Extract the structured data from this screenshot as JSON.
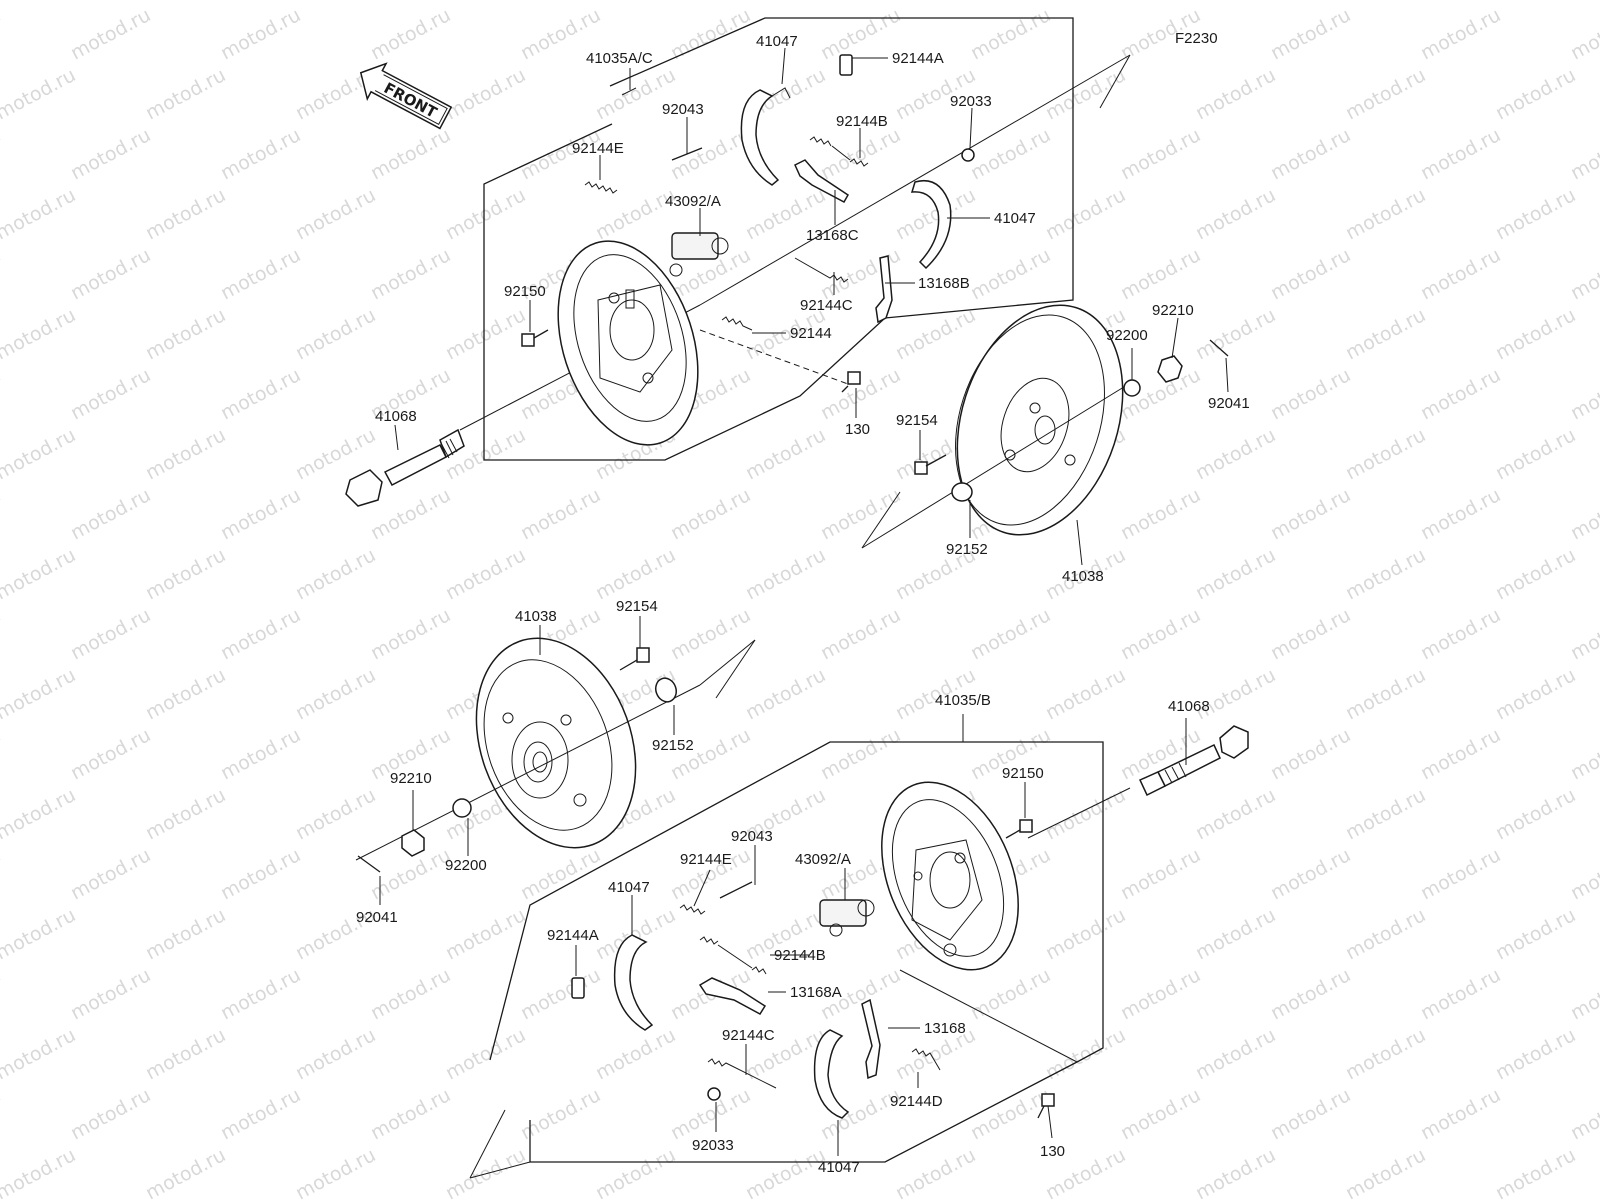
{
  "figure_code": "F2230",
  "watermark": "motod.ru",
  "front_arrow": "FRONT",
  "upper_assembly": {
    "group_label": "41035A/C",
    "labels": {
      "shoe_top": "41047",
      "shoe_right": "41047",
      "clip": "92144A",
      "pin": "92043",
      "spring_e": "92144E",
      "spring_b": "92144B",
      "ring": "92033",
      "cylinder": "43092/A",
      "lever_c": "13168C",
      "lever_b": "13168B",
      "spring_c": "92144C",
      "spring": "92144",
      "bolt": "92150",
      "screw": "130",
      "axle": "41068",
      "drum": "41038",
      "stud": "92154",
      "seal": "92152",
      "washer": "92200",
      "nut": "92210",
      "cotter": "92041"
    }
  },
  "lower_assembly": {
    "group_label": "41035/B",
    "labels": {
      "drum": "41038",
      "stud": "92154",
      "seal": "92152",
      "nut": "92210",
      "washer": "92200",
      "cotter": "92041",
      "axle": "41068",
      "bolt": "92150",
      "pin": "92043",
      "spring_e": "92144E",
      "cylinder": "43092/A",
      "shoe_left": "41047",
      "clip": "92144A",
      "spring_b": "92144B",
      "lever_a": "13168A",
      "spring_c": "92144C",
      "lever": "13168",
      "spring_d": "92144D",
      "ring": "92033",
      "shoe_bottom": "41047",
      "screw": "130"
    }
  }
}
